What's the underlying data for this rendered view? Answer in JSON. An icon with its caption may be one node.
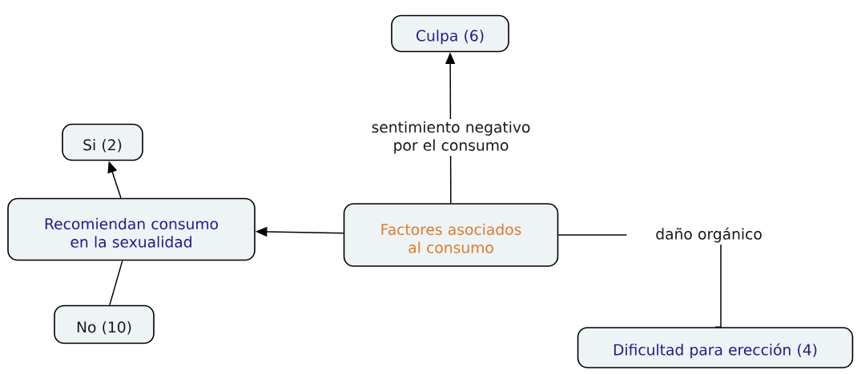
{
  "diagram": {
    "nodes": [
      {
        "text": [
          "Culpa (6)"
        ]
      },
      {
        "text": [
          "Si (2)"
        ]
      },
      {
        "text": [
          "Recomiendan consumo en la sexualidad"
        ]
      },
      {
        "text": [
          "Factores asociados al consumo"
        ]
      },
      {
        "text": [
          "No (10)"
        ]
      },
      {
        "text": [
          "Dificultad para erección (4)"
        ]
      }
    ],
    "edges": [
      {
        "from": 3,
        "to": 0,
        "arrow": "to",
        "label": "sentimiento negativo por el consumo"
      },
      {
        "from": 3,
        "to": 2,
        "arrow": "to"
      },
      {
        "from": 2,
        "to": 1,
        "arrow": "to"
      },
      {
        "from": 4,
        "to": 2,
        "arrow": "none"
      },
      {
        "from": 3,
        "to": 5,
        "arrow": "none",
        "label": "daño orgánico"
      }
    ]
  }
}
